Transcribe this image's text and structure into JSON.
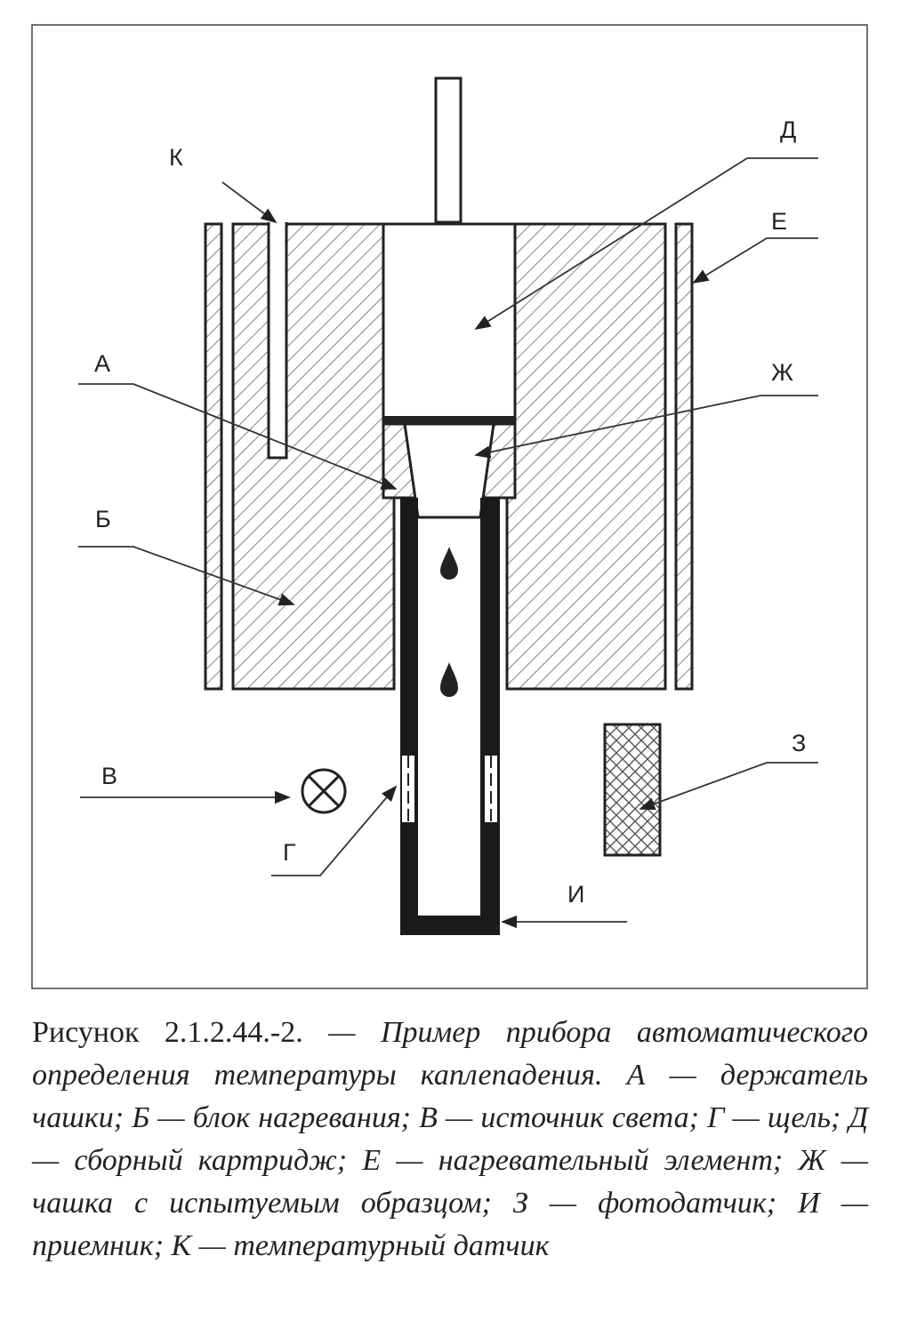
{
  "figure": {
    "labels": {
      "K": "К",
      "D": "Д",
      "E": "Е",
      "A": "А",
      "Zh": "Ж",
      "B": "Б",
      "V": "В",
      "G": "Г",
      "Z": "З",
      "I": "И"
    }
  },
  "caption": {
    "number": "Рисунок 2.1.2.44.-2.",
    "text": "— Пример прибора автоматического определения температуры каплепадения. А — держатель чашки; Б — блок нагревания; В — источник света; Г — щель; Д — сборный картридж; Е — нагревательный элемент; Ж — чашка с испытуемым образцом; З — фотодатчик; И — приемник; К — температурный датчик"
  }
}
